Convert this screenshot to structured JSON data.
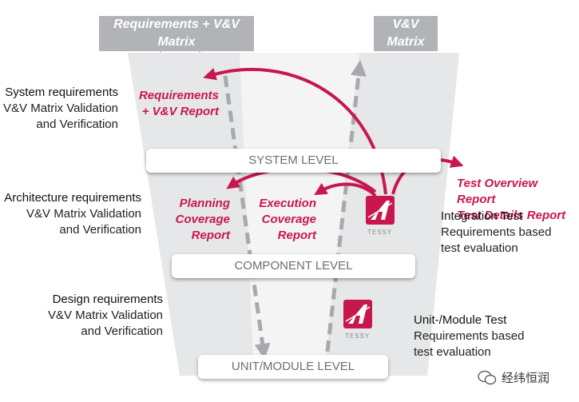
{
  "top_boxes": {
    "left": "Requirements + V&V Matrix",
    "right": "V&V Matrix"
  },
  "levels": {
    "system": "SYSTEM LEVEL",
    "component": "COMPONENT LEVEL",
    "unit": "UNIT/MODULE LEVEL"
  },
  "left_labels": {
    "system": {
      "title": "System requirements",
      "line1": "V&V Matrix Validation",
      "line2": "and Verification"
    },
    "architecture": {
      "title": "Architecture requirements",
      "line1": "V&V Matrix Validation",
      "line2": "and Verification"
    },
    "design": {
      "title": "Design requirements",
      "line1": "V&V Matrix Validation",
      "line2": "and Verification"
    }
  },
  "right_labels": {
    "integration": {
      "title": "Integration Test",
      "line1": "Requirements based",
      "line2": "test evaluation"
    },
    "unit": {
      "title": "Unit-/Module Test",
      "line1": "Requirements based",
      "line2": "test evaluation"
    }
  },
  "reports": {
    "req_vv": {
      "line1": "Requirements",
      "line2": "+ V&V Report"
    },
    "planning": {
      "line1": "Planning",
      "line2": "Coverage",
      "line3": "Report"
    },
    "execution": {
      "line1": "Execution",
      "line2": "Coverage",
      "line3": "Report"
    },
    "test_overview": {
      "line1": "Test Overview Report",
      "line2": "Test Details Report"
    }
  },
  "logo_text": "TESSY",
  "watermark": "经纬恒润",
  "colors": {
    "accent": "#c8174d",
    "funnel": "#e6e7e8",
    "box_gray": "#b1b3b6",
    "dash_gray": "#a7a9ac"
  }
}
